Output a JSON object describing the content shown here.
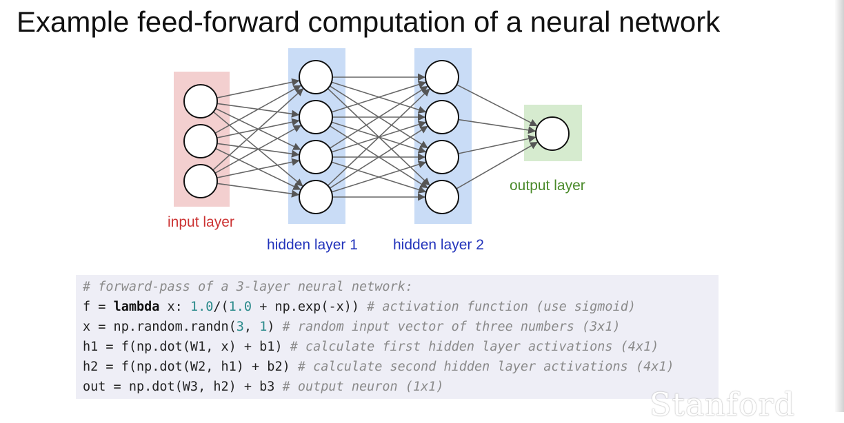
{
  "title": "Example feed-forward computation of a neural network",
  "diagram": {
    "layers": [
      {
        "id": "input",
        "label": "input layer",
        "neurons": 3,
        "label_color": "#cc3333",
        "bg_color": "#f3cfcf"
      },
      {
        "id": "hidden1",
        "label": "hidden layer 1",
        "neurons": 4,
        "label_color": "#2233bb",
        "bg_color": "#c9dcf6"
      },
      {
        "id": "hidden2",
        "label": "hidden layer 2",
        "neurons": 4,
        "label_color": "#2233bb",
        "bg_color": "#c9dcf6"
      },
      {
        "id": "output",
        "label": "output layer",
        "neurons": 1,
        "label_color": "#4a8a2a",
        "bg_color": "#d6ebcf"
      }
    ],
    "connections": "fully-connected"
  },
  "code": {
    "lines": [
      [
        {
          "t": "# forward-pass of a 3-layer neural network:",
          "s": "cm"
        }
      ],
      [
        {
          "t": "f = ",
          "s": ""
        },
        {
          "t": "lambda",
          "s": "kw"
        },
        {
          "t": " x: ",
          "s": ""
        },
        {
          "t": "1.0",
          "s": "num"
        },
        {
          "t": "/(",
          "s": ""
        },
        {
          "t": "1.0",
          "s": "num"
        },
        {
          "t": " + np.exp(-x)) ",
          "s": ""
        },
        {
          "t": "# activation function (use sigmoid)",
          "s": "cm"
        }
      ],
      [
        {
          "t": "x = np.random.randn(",
          "s": ""
        },
        {
          "t": "3",
          "s": "num"
        },
        {
          "t": ", ",
          "s": ""
        },
        {
          "t": "1",
          "s": "num"
        },
        {
          "t": ") ",
          "s": ""
        },
        {
          "t": "# random input vector of three numbers (3x1)",
          "s": "cm"
        }
      ],
      [
        {
          "t": "h1 = f(np.dot(W1, x) + b1) ",
          "s": ""
        },
        {
          "t": "# calculate first hidden layer activations (4x1)",
          "s": "cm"
        }
      ],
      [
        {
          "t": "h2 = f(np.dot(W2, h1) + b2) ",
          "s": ""
        },
        {
          "t": "# calculate second hidden layer activations (4x1)",
          "s": "cm"
        }
      ],
      [
        {
          "t": "out = np.dot(W3, h2) + b3 ",
          "s": ""
        },
        {
          "t": "# output neuron (1x1)",
          "s": "cm"
        }
      ]
    ]
  },
  "watermark": "Stanford"
}
